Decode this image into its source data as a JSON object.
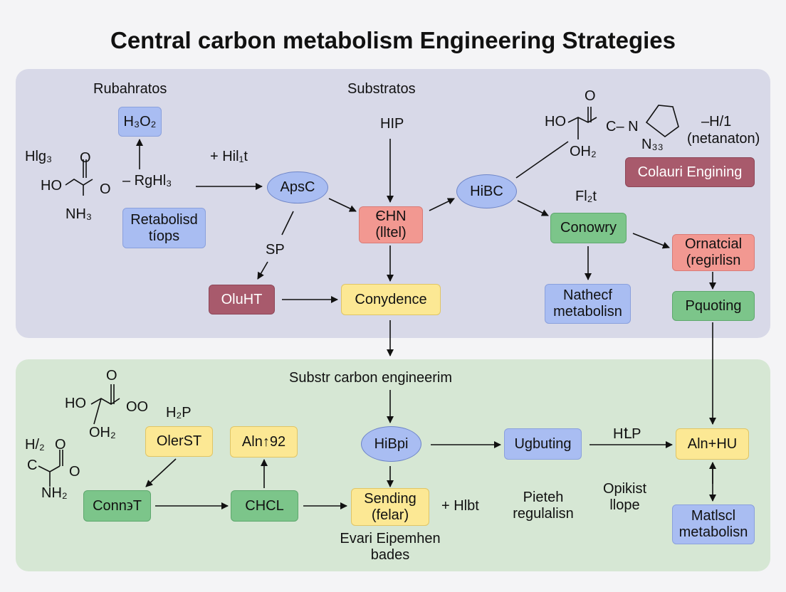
{
  "title": "Central carbon metabolism Engineering Strategies",
  "top": {
    "label_left": "Rubahratos",
    "label_center": "Substratos",
    "nodes": {
      "h3o2": "H₃O₂",
      "retabolisd": "Retabolisd tíops",
      "apsc": "ApsC",
      "oluht": "OluHT",
      "fhn": "ЄHN (lltel)",
      "conydence": "Conydence",
      "hibc": "HiBC",
      "colauri": "Colauri Engining",
      "conowry": "Conowry",
      "nathecf": "Nathecf metabolisn",
      "ornatcial": "Ornatcial (regirlisn",
      "pquoting": "Pquoting"
    },
    "texts": {
      "hlg3": "Hlg₃",
      "o_left": "O",
      "ho_left": "HO",
      "o2_left": "O",
      "nh3_left": "NH₃",
      "dash_rghl": "–  RgHl₃",
      "plus_hil": "+ Hil₁t",
      "hip": "HIP",
      "sp": "SP",
      "ho_right": "HO",
      "o_right": "O",
      "c_n": "C– N",
      "oh2_right": "OH₂",
      "n3_right": "N₃₃",
      "h1": "–H/1",
      "netanaton": "(netanaton)",
      "fl2t": "Fl₂t"
    }
  },
  "bottom": {
    "label_center": "Substr carbon engineerim",
    "nodes": {
      "olerst": "OlerST",
      "alnt92": "Aln↑92",
      "hibpi": "HiBpi",
      "ugbuting": "Ugbuting",
      "alnhu": "Aln+HU",
      "connot": "Conn϶T",
      "chcl": "CHCL",
      "sending": "Sending (felar)",
      "matlscl": "Matlscl metabolisn"
    },
    "texts": {
      "o_top": "O",
      "ho": "HO",
      "oo": "OO",
      "oh2": "OH₂",
      "h2p": "H₂P",
      "h2": "H/₂",
      "o_mid": "O",
      "c": "C",
      "o_side": "O",
      "nh2": "NH₂",
      "hlp": "HꝈP",
      "plus_hlbt": "+ Hlbt",
      "pieteh": "Pieteh regulalisn",
      "opikist": "Opikist llope",
      "evari": "Evari Eipemhen bades"
    }
  }
}
